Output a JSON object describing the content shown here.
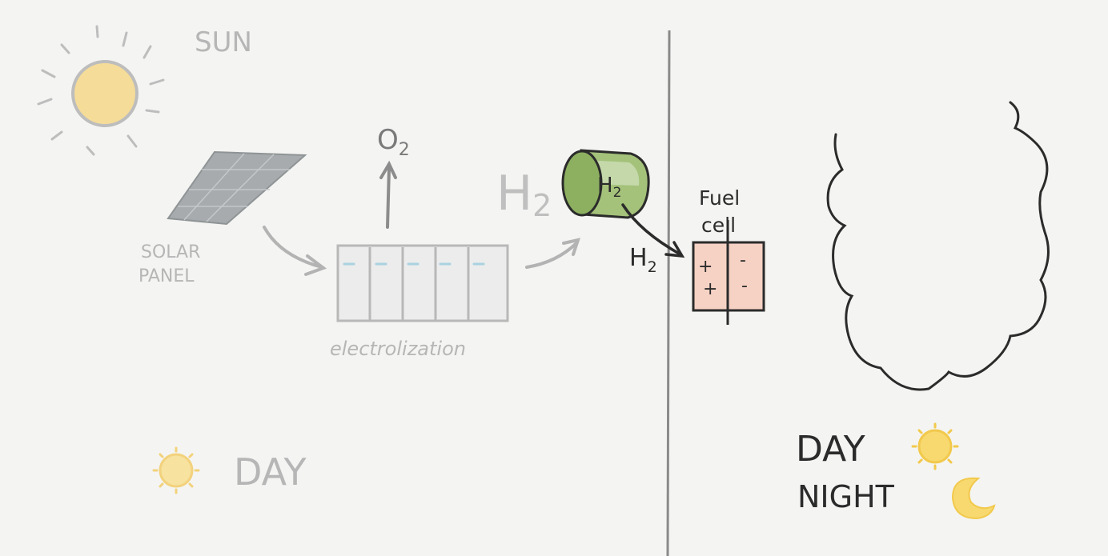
{
  "labels": {
    "sun": "SUN",
    "o2_main": "O",
    "o2_sub": "2",
    "h2_big_main": "H",
    "h2_big_sub": "2",
    "solar_panel_line1": "SOLAR",
    "solar_panel_line2": "PANEL",
    "electrolization": "electrolization",
    "tank_main": "H",
    "tank_sub": "2",
    "h2_small_main": "H",
    "h2_small_sub": "2",
    "fuel_line1": "Fuel",
    "fuel_line2": "cell",
    "plus_top": "+",
    "plus_bottom": "+",
    "minus_top": "-",
    "minus_bottom": "-",
    "day_left": "DAY",
    "day_right": "DAY",
    "night_right": "NIGHT"
  },
  "colors": {
    "background": "#f4f4f2",
    "faded_ink": "#b3b3b3",
    "dark_ink": "#2b2b2b",
    "sun_fill": "#f5dc98",
    "sun_icon_fill": "#f7d970",
    "tank_green": "#9cbb72",
    "fuel_cell_pink": "#f6d2c4",
    "electrolyzer_blue": "#a8d2e0",
    "panel_gray": "#a7abad"
  },
  "icons": {
    "left_day": "sun-icon",
    "right_day": "sun-icon",
    "right_night": "crescent-moon-icon"
  }
}
